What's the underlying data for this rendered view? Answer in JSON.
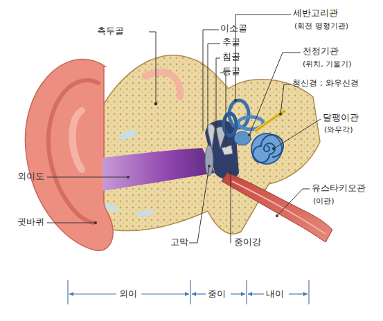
{
  "diagram": {
    "labels": [
      "측두골",
      "이소골",
      "추골",
      "침골",
      "등골",
      "세반고리관",
      "(회전 평형기관)",
      "전정기관",
      "(위치, 기울기)",
      "청신경 : 와우신경",
      "달팽이관",
      "(와우각)",
      "외이도",
      "귓바퀴",
      "고막",
      "중이강",
      "유스타키오관",
      "(이관)",
      "외이",
      "중이",
      "내이"
    ]
  }
}
